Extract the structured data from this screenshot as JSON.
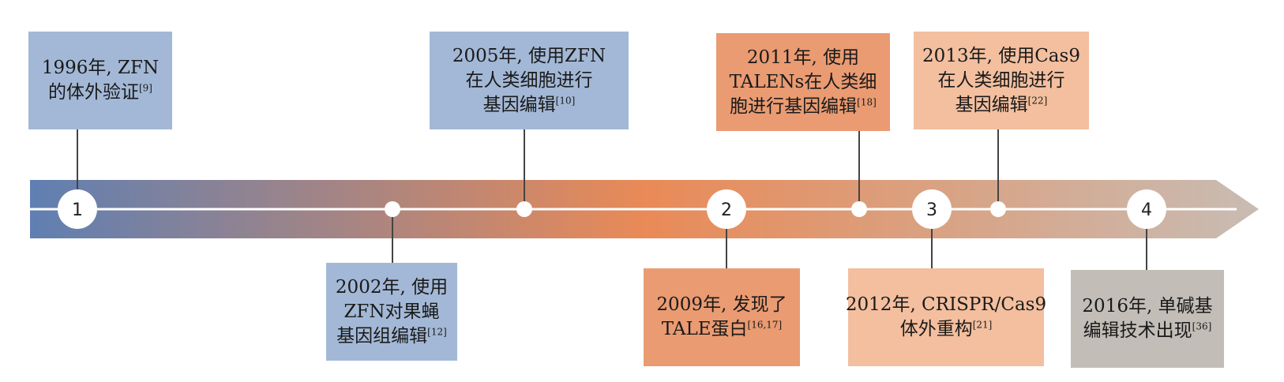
{
  "colors": {
    "blue": "#a3b8d6",
    "orange_dark": "#ea9b72",
    "orange_light": "#f3bf9f",
    "gray": "#c2bdb7",
    "arrow_start": "#5f7fb2",
    "arrow_mid": "#e98a57",
    "arrow_end": "#c8bcb3",
    "connector": "#444444"
  },
  "milestones": [
    {
      "id": "m1",
      "label": "1"
    },
    {
      "id": "m2",
      "label": "2"
    },
    {
      "id": "m3",
      "label": "3"
    },
    {
      "id": "m4",
      "label": "4"
    }
  ],
  "events": [
    {
      "id": "e1996",
      "lines": [
        "1996年, ZFN",
        "的体外验证"
      ],
      "ref": "[9]",
      "color": "blue"
    },
    {
      "id": "e2002",
      "lines": [
        "2002年, 使用",
        "ZFN对果蝇",
        "基因组编辑"
      ],
      "ref": "[12]",
      "color": "blue"
    },
    {
      "id": "e2005",
      "lines": [
        "2005年, 使用ZFN",
        "在人类细胞进行",
        "基因编辑"
      ],
      "ref": "[10]",
      "color": "blue"
    },
    {
      "id": "e2009",
      "lines": [
        "2009年, 发现了",
        "TALE蛋白"
      ],
      "ref": "[16,17]",
      "color": "orange_dark"
    },
    {
      "id": "e2011",
      "lines": [
        "2011年, 使用",
        "TALENs在人类细",
        "胞进行基因编辑"
      ],
      "ref": "[18]",
      "color": "orange_dark"
    },
    {
      "id": "e2012",
      "lines": [
        "2012年, CRISPR/Cas9",
        "体外重构"
      ],
      "ref": "[21]",
      "color": "orange_light"
    },
    {
      "id": "e2013",
      "lines": [
        "2013年, 使用Cas9",
        "在人类细胞进行",
        "基因编辑"
      ],
      "ref": "[22]",
      "color": "orange_light"
    },
    {
      "id": "e2016",
      "lines": [
        "2016年, 单碱基",
        "编辑技术出现"
      ],
      "ref": "[36]",
      "color": "gray"
    }
  ]
}
